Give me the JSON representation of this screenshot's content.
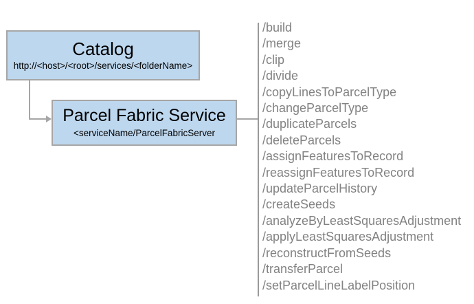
{
  "diagram": {
    "catalog_box": {
      "title": "Catalog",
      "subtitle": "http://<host>/<root>/services/<folderName>"
    },
    "service_box": {
      "title": "Parcel Fabric Service",
      "subtitle": "<serviceName/ParcelFabricServer"
    },
    "endpoints": {
      "items": [
        "/build",
        "/merge",
        "/clip",
        "/divide",
        "/copyLinesToParcelType",
        "/changeParcelType",
        "/duplicateParcels",
        "/deleteParcels",
        "/assignFeaturesToRecord",
        "/reassignFeaturesToRecord",
        "/updateParcelHistory",
        "/createSeeds",
        "/analyzeByLeastSquaresAdjustment",
        "/applyLeastSquaresAdjustment",
        "/reconstructFromSeeds",
        "/transferParcel",
        "/setParcelLineLabelPosition"
      ]
    },
    "colors": {
      "box_fill": "#BDD7EE",
      "box_border": "#A6A6A6",
      "connector": "#A6A6A6",
      "separator": "#999999",
      "box_text": "#000000",
      "endpoint_text": "#828282",
      "background": "#FFFFFF"
    }
  }
}
